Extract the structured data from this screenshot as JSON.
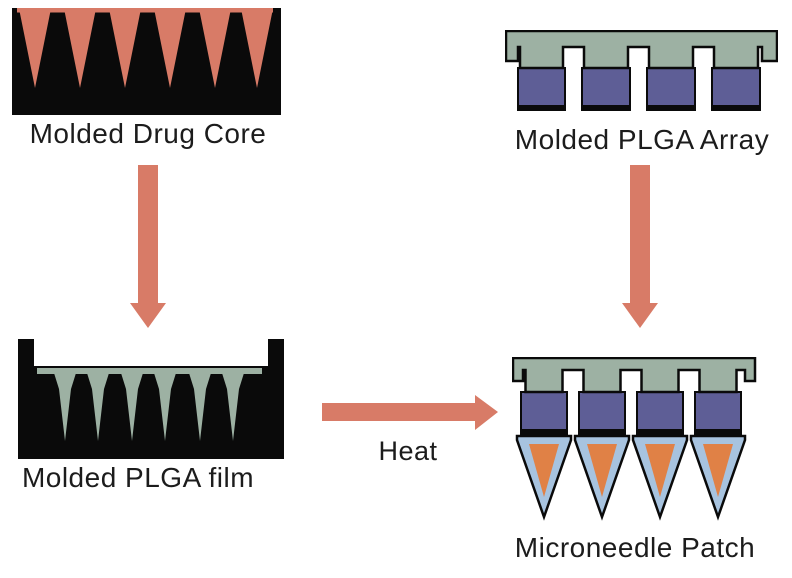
{
  "labels": {
    "molded_drug_core": "Molded Drug Core",
    "molded_plga_array": "Molded PLGA Array",
    "molded_plga_film": "Molded PLGA film",
    "microneedle_patch": "Microneedle Patch",
    "heat": "Heat"
  },
  "colors": {
    "ink": "#0a0a0a",
    "salmon": "#d87b67",
    "sage": "#9db1a3",
    "purple": "#5e5e96",
    "lightblue": "#a7c3df",
    "orange": "#e08146",
    "text": "#1c1c1c",
    "bg": "#ffffff"
  },
  "structure": {
    "drug_core_needle_count": 6,
    "plga_film_cavity_count": 6,
    "plga_array_pillar_count": 4,
    "patch_needle_count": 4,
    "arrows": [
      {
        "from": "molded_drug_core",
        "to": "molded_plga_film",
        "direction": "down"
      },
      {
        "from": "molded_plga_film",
        "to": "microneedle_patch",
        "direction": "right",
        "label": "Heat"
      },
      {
        "from": "molded_plga_array",
        "to": "microneedle_patch",
        "direction": "down"
      }
    ]
  }
}
